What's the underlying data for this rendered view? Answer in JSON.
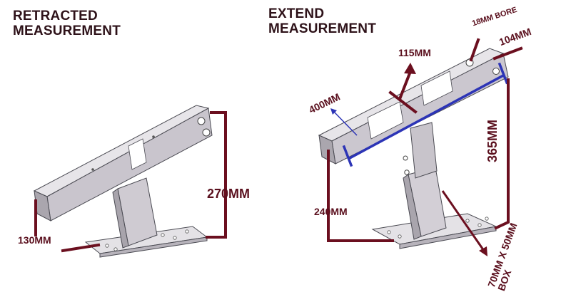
{
  "left": {
    "title_line1": "RETRACTED",
    "title_line2": "MEASUREMENT",
    "height_label": "270MM",
    "base_label": "130MM"
  },
  "right": {
    "title_line1": "EXTEND",
    "title_line2": "MEASUREMENT",
    "bore_label": "18MM BORE",
    "top_label": "115MM",
    "width_label": "104MM",
    "length_label": "400MM",
    "tall_label": "365MM",
    "base_height_label": "240MM",
    "box_line1": "70MM X 50MM",
    "box_line2": "BOX"
  },
  "colors": {
    "dimension": "#6b0f1f",
    "blue_dimension": "#2c34b6",
    "metal": "#d9d6dc",
    "metal_dark": "#a9a5ad"
  }
}
